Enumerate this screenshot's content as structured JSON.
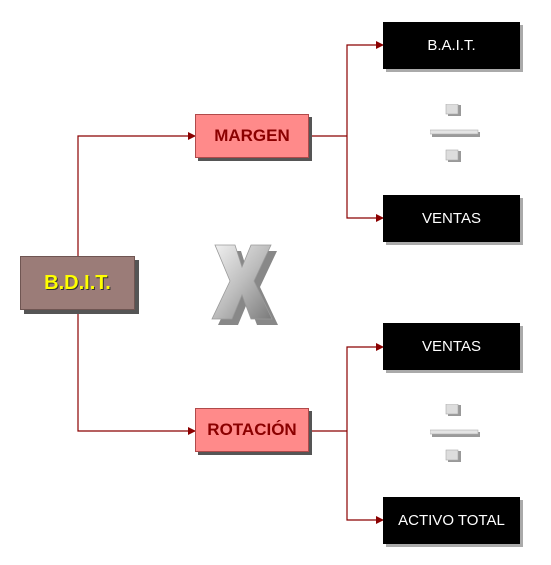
{
  "diagram": {
    "root": {
      "label": "B.D.I.T."
    },
    "operator_multiply": "multiply-sign",
    "branches": [
      {
        "label": "MARGEN",
        "numerator": "B.A.I.T.",
        "denominator": "VENTAS",
        "operator": "division-sign"
      },
      {
        "label": "ROTACIÓN",
        "numerator": "VENTAS",
        "denominator": "ACTIVO TOTAL",
        "operator": "division-sign"
      }
    ],
    "colors": {
      "root_fill": "#9b7c78",
      "root_text": "#ffff00",
      "branch_fill": "#ff8a8a",
      "branch_text": "#8b0000",
      "leaf_fill": "#000000",
      "leaf_text": "#ffffff",
      "connector": "#8b0000"
    }
  }
}
